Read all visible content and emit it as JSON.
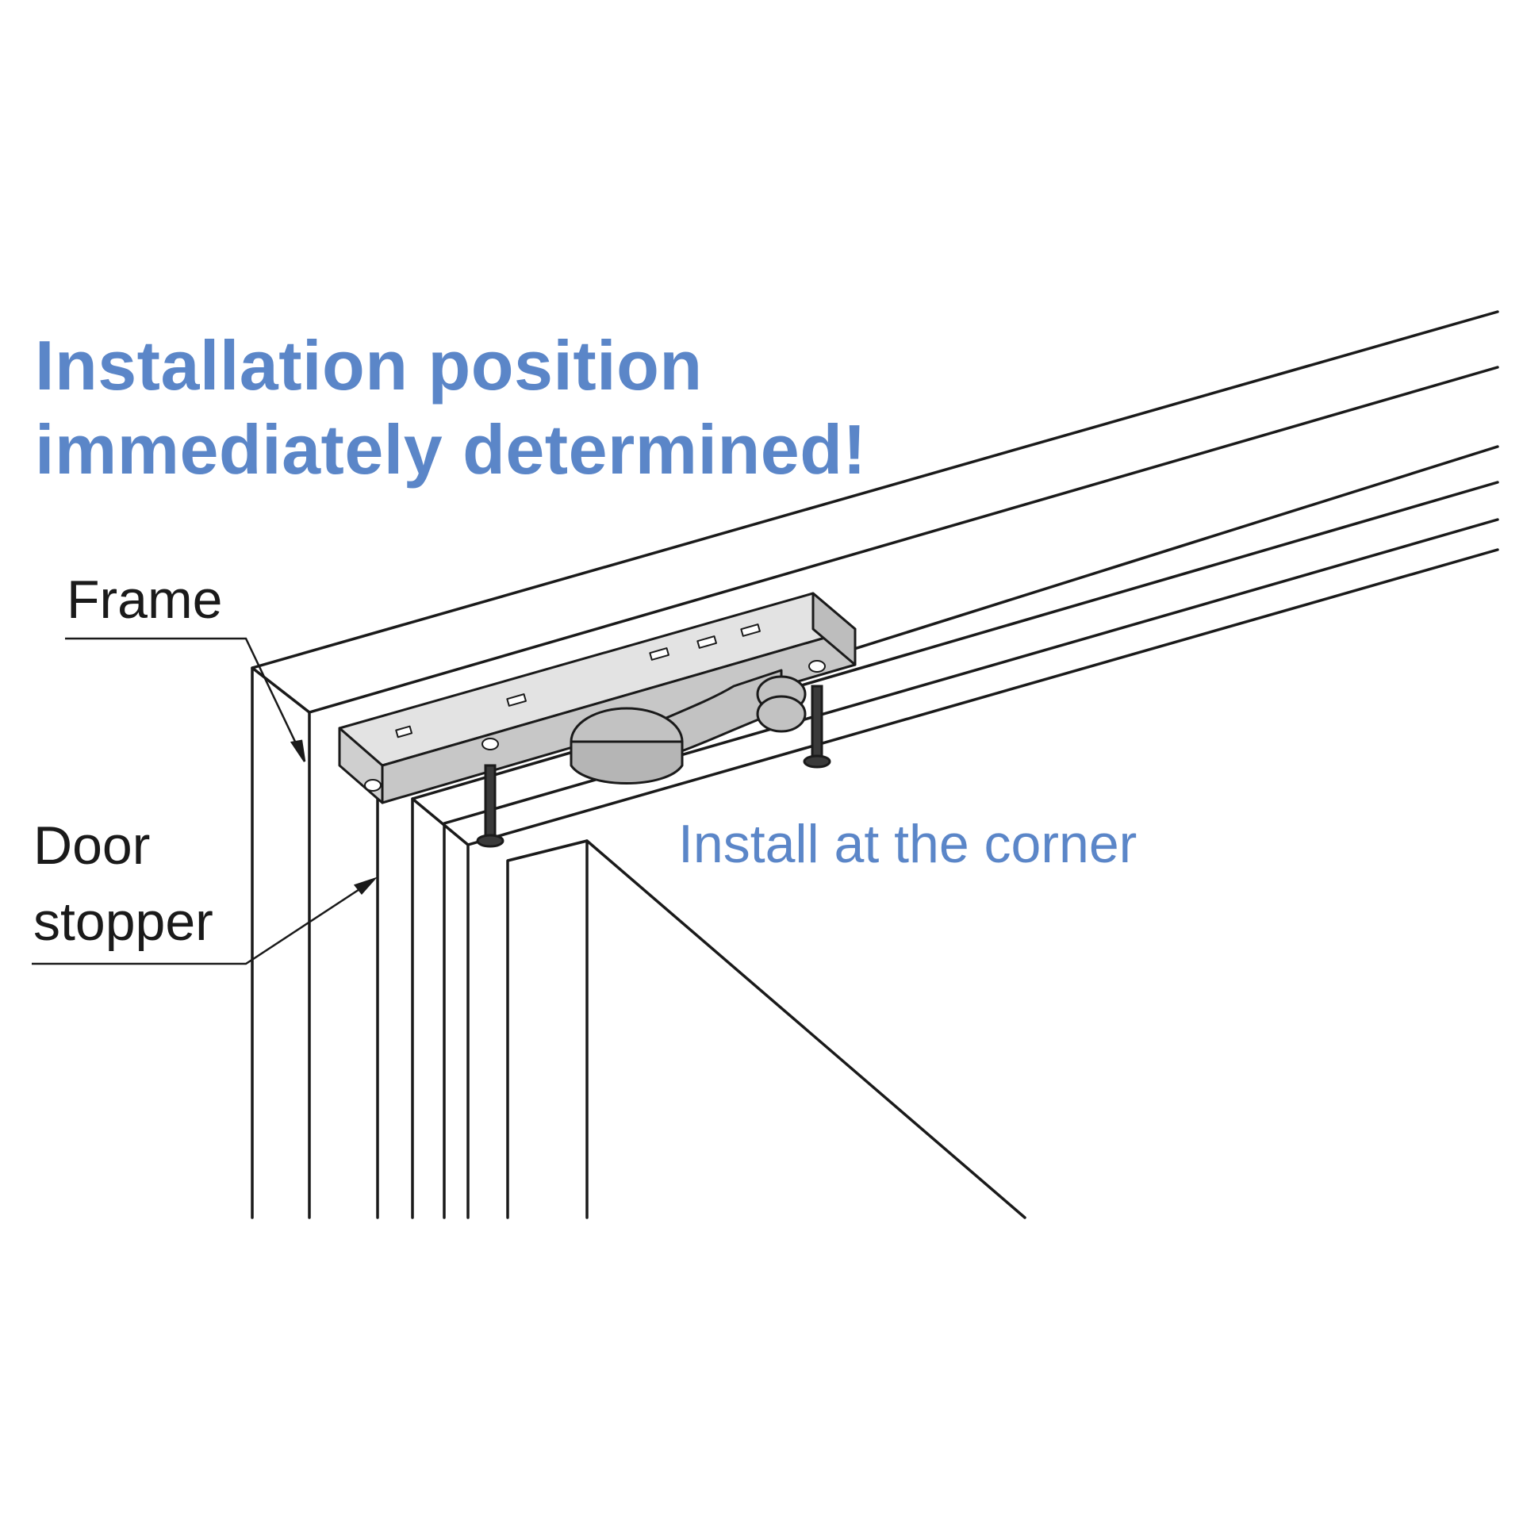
{
  "headline": {
    "line1": "Installation position",
    "line2": "immediately determined!"
  },
  "labels": {
    "frame": "Frame",
    "door_stopper_line1": "Door",
    "door_stopper_line2": "stopper",
    "install_note": "Install at the corner"
  },
  "colors": {
    "accent": "#5b86c8",
    "line": "#1a1a1a",
    "bracket_fill": "#d4d4d4"
  }
}
